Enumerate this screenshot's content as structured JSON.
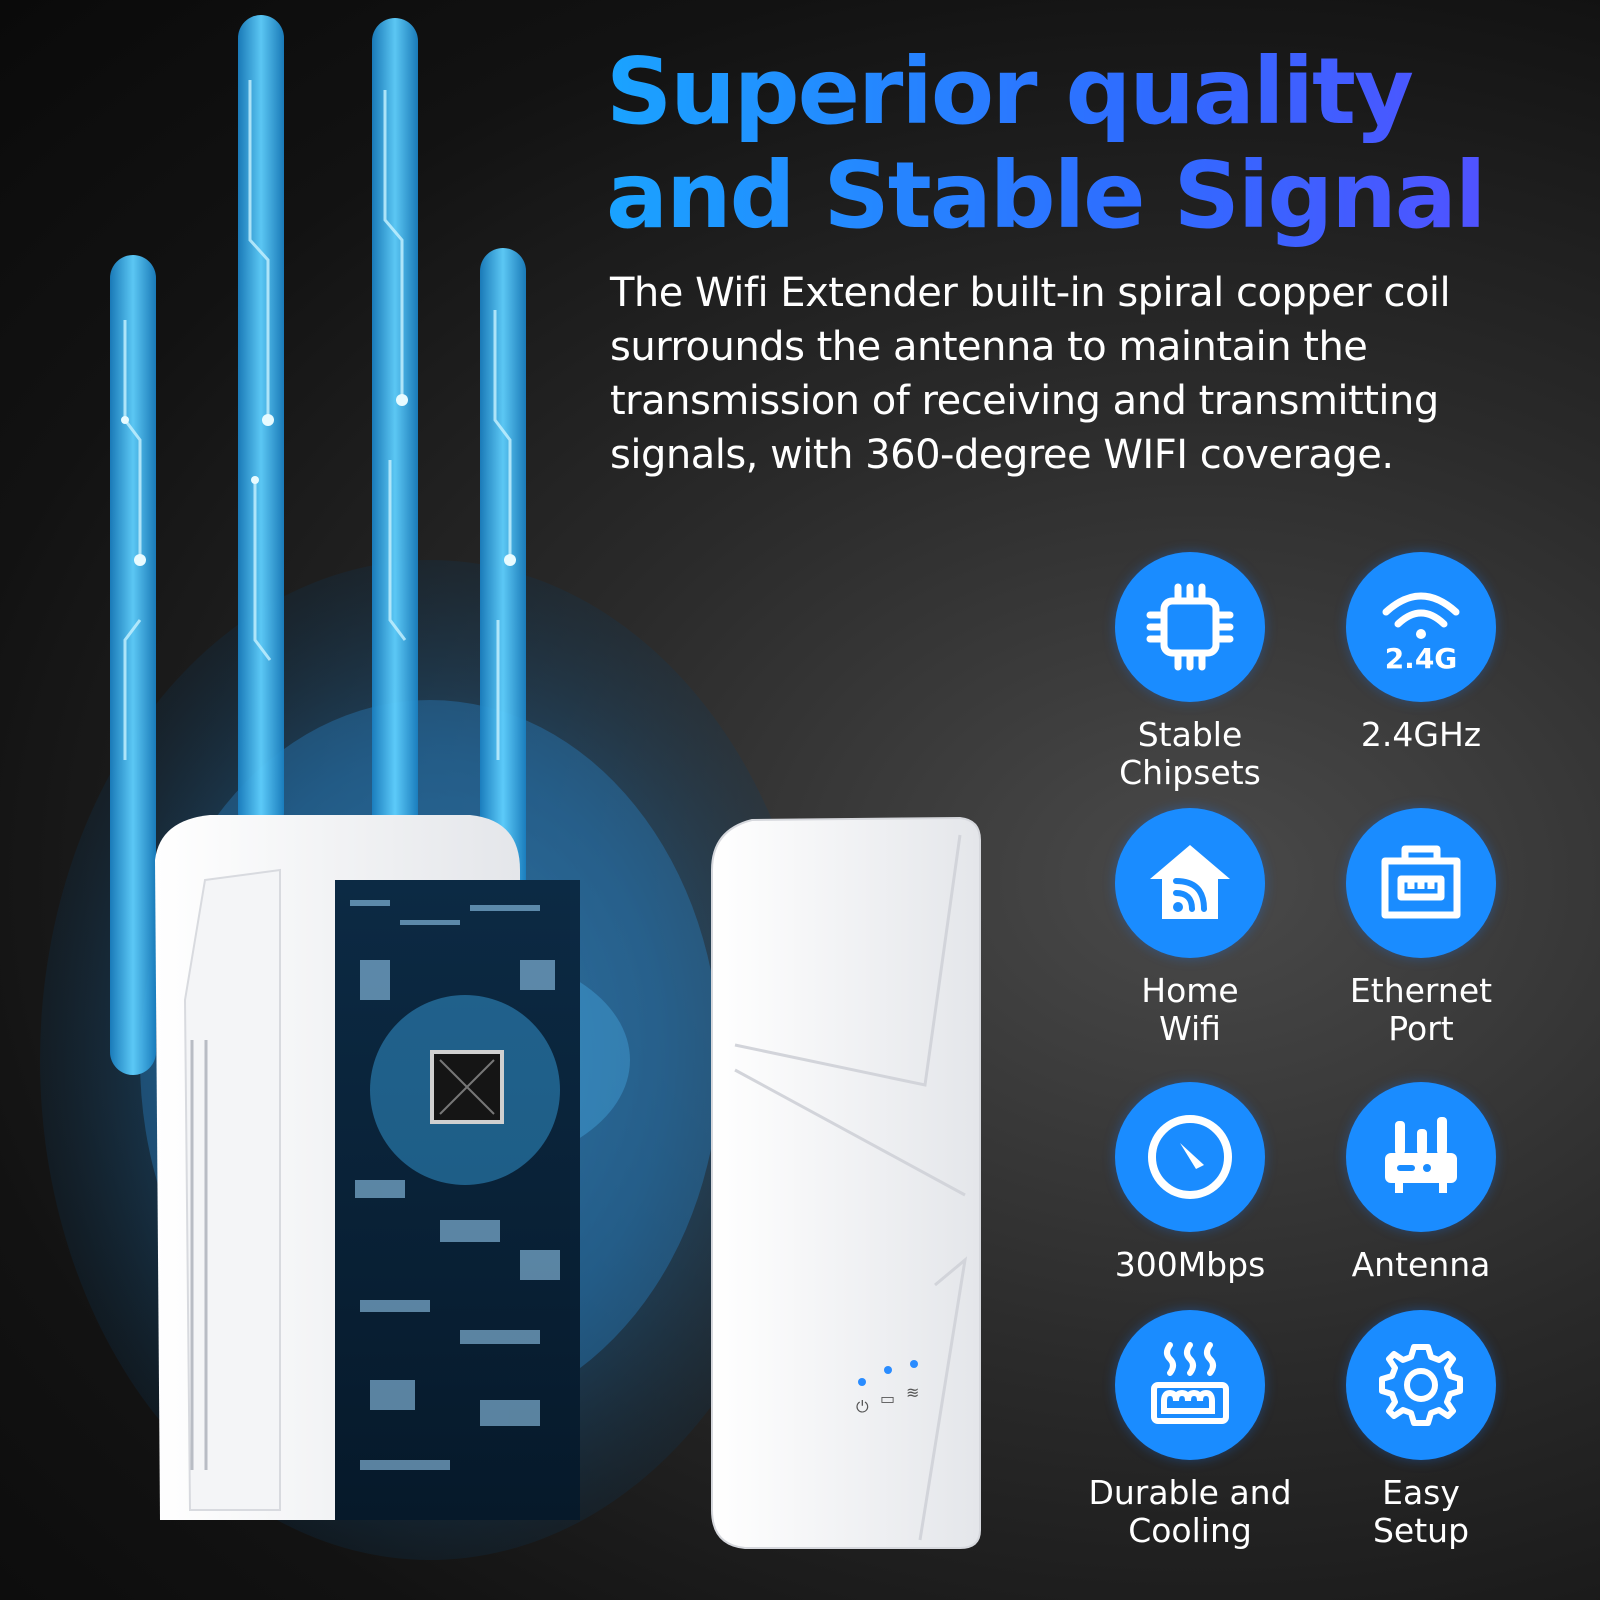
{
  "headline": {
    "line1": "Superior quality",
    "line2": "and Stable Signal"
  },
  "description": "The Wifi Extender built-in spiral copper coil surrounds the antenna to maintain the transmission of receiving and transmitting signals, with 360-degree WIFI coverage.",
  "features": [
    {
      "icon": "chip-icon",
      "label": "Stable\nChipsets"
    },
    {
      "icon": "wifi-2.4g-icon",
      "icon_text": "2.4G",
      "label": "2.4GHz"
    },
    {
      "icon": "home-wifi-icon",
      "label": "Home\nWifi"
    },
    {
      "icon": "ethernet-port-icon",
      "label": "Ethernet\nPort"
    },
    {
      "icon": "speedometer-icon",
      "label": "300Mbps"
    },
    {
      "icon": "antenna-icon",
      "label": "Antenna"
    },
    {
      "icon": "heat-dissipation-icon",
      "label": "Durable and\nCooling"
    },
    {
      "icon": "gear-icon",
      "label": "Easy\nSetup"
    }
  ],
  "colors": {
    "accent_blue": "#1a8cff",
    "headline_gradient_start": "#1aa3ff",
    "headline_gradient_end": "#5a4bff",
    "background": "#1a1a1a"
  }
}
